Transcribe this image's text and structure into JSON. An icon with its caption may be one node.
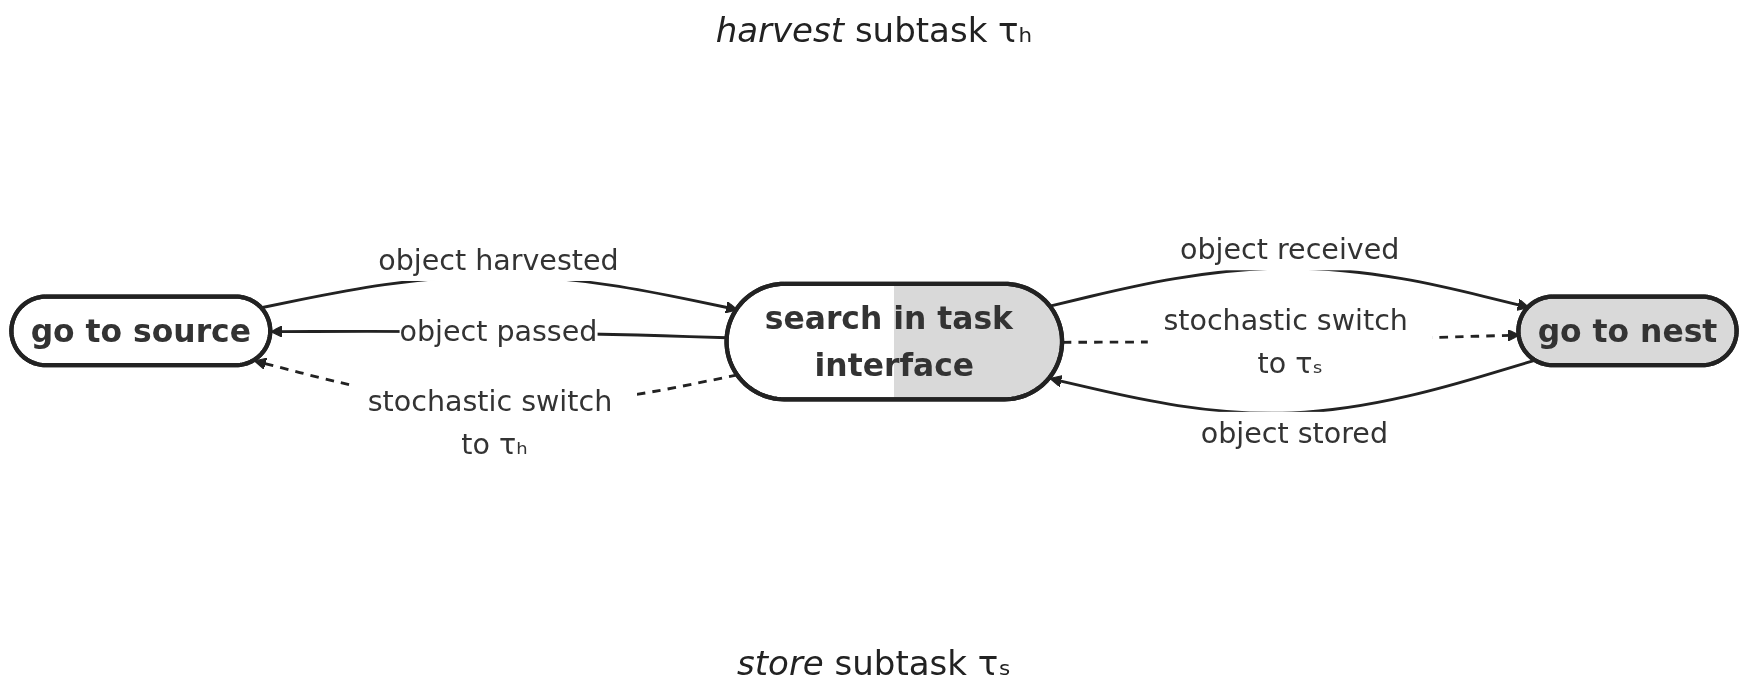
{
  "diagram": {
    "nodes": [
      {
        "text": [
          "go to source"
        ]
      },
      {
        "text": [
          "search in task interface"
        ]
      },
      {
        "text": [
          "go to nest"
        ]
      }
    ],
    "edges": [
      {
        "from": 1,
        "to": 0,
        "arrow": "to",
        "label": "object passed"
      },
      {
        "from": 0,
        "to": 1,
        "arrow": "to",
        "label": "object harvested"
      },
      {
        "from": 2,
        "to": 1,
        "arrow": "to",
        "label": "object stored"
      },
      {
        "from": 1,
        "to": 2,
        "arrow": "to",
        "label": "object received"
      },
      {
        "from": 1,
        "to": 2,
        "arrow": "to",
        "label": "stochastic switch to τₛ",
        "style": "dashed"
      },
      {
        "from": 1,
        "to": 0,
        "arrow": "to",
        "label": "stochastic switch to τₕ",
        "style": "dashed"
      }
    ],
    "labels": [
      "*harvest* subtask τₕ",
      "*store* subtask τₛ"
    ]
  }
}
